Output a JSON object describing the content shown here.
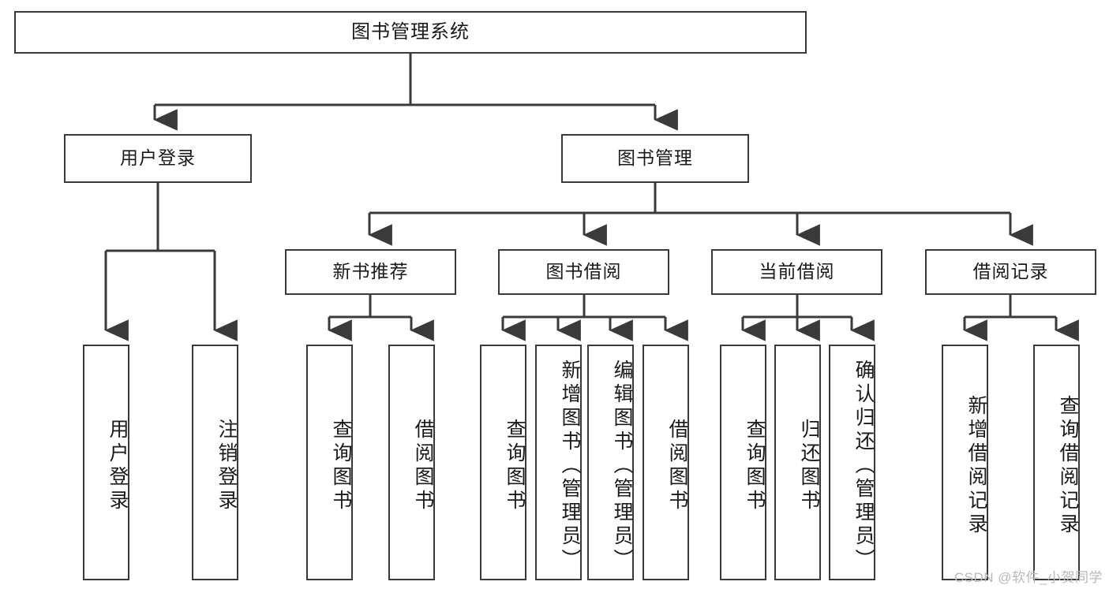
{
  "diagram": {
    "title": "图书管理系统",
    "type": "hierarchy-tree",
    "watermark": "CSDN @软件_小贺同学",
    "colors": {
      "box_border": "#3a3a3a",
      "box_fill": "#ffffff",
      "connector": "#3a3a3a",
      "text": "#1a1a1a",
      "watermark": "#b9b9b9"
    },
    "root": {
      "label": "图书管理系统"
    },
    "level2": [
      {
        "id": "user-login",
        "label": "用户登录"
      },
      {
        "id": "book-manage",
        "label": "图书管理"
      }
    ],
    "level3": [
      {
        "id": "new-book-recommend",
        "label": "新书推荐",
        "parent": "book-manage"
      },
      {
        "id": "book-borrow",
        "label": "图书借阅",
        "parent": "book-manage"
      },
      {
        "id": "current-borrow",
        "label": "当前借阅",
        "parent": "book-manage"
      },
      {
        "id": "borrow-record",
        "label": "借阅记录",
        "parent": "book-manage"
      }
    ],
    "leaves": [
      {
        "id": "leaf-user-login",
        "label": "用户登录",
        "parent": "user-login"
      },
      {
        "id": "leaf-logout-login",
        "label": "注销登录",
        "parent": "user-login"
      },
      {
        "id": "leaf-query-book-1",
        "label": "查询图书",
        "parent": "new-book-recommend"
      },
      {
        "id": "leaf-borrow-book-1",
        "label": "借阅图书",
        "parent": "new-book-recommend"
      },
      {
        "id": "leaf-query-book-2",
        "label": "查询图书",
        "parent": "book-borrow"
      },
      {
        "id": "leaf-add-book",
        "label": "新增图书（管理员）",
        "parent": "book-borrow"
      },
      {
        "id": "leaf-edit-book",
        "label": "编辑图书（管理员）",
        "parent": "book-borrow"
      },
      {
        "id": "leaf-borrow-book-2",
        "label": "借阅图书",
        "parent": "book-borrow"
      },
      {
        "id": "leaf-query-book-3",
        "label": "查询图书",
        "parent": "current-borrow"
      },
      {
        "id": "leaf-return-book",
        "label": "归还图书",
        "parent": "current-borrow"
      },
      {
        "id": "leaf-confirm-return",
        "label": "确认归还（管理员）",
        "parent": "current-borrow"
      },
      {
        "id": "leaf-add-borrow-record",
        "label": "新增借阅记录",
        "parent": "borrow-record"
      },
      {
        "id": "leaf-query-borrow-record",
        "label": "查询借阅记录",
        "parent": "borrow-record"
      }
    ]
  }
}
